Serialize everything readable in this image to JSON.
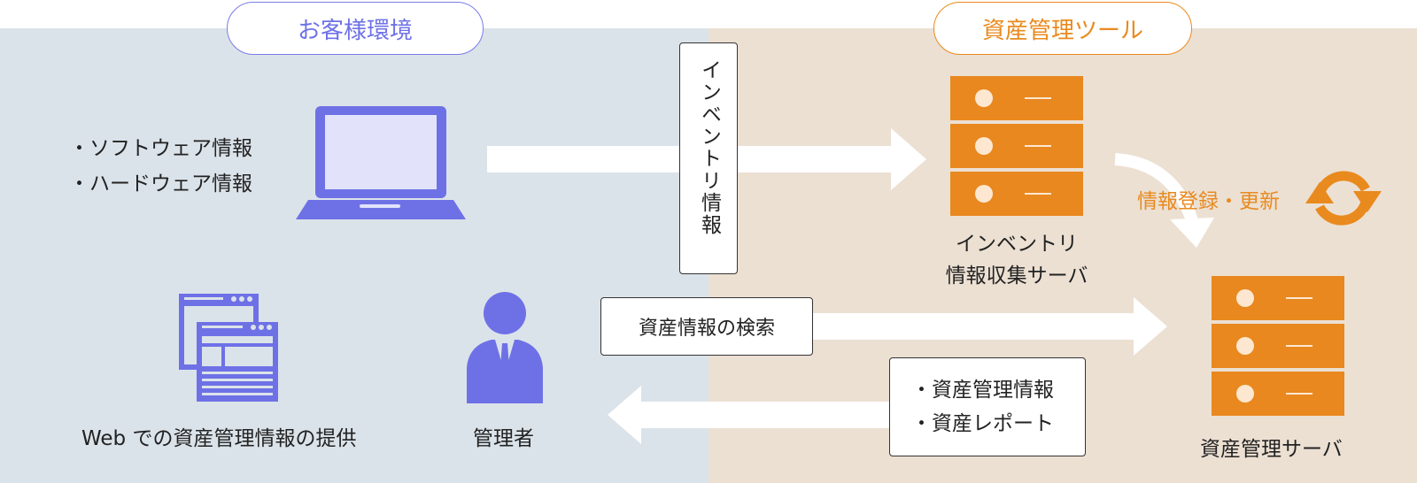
{
  "zones": {
    "customer_env": "お客様環境",
    "asset_tool": "資産管理ツール"
  },
  "customer": {
    "pc_info": [
      "・ソフトウェア情報",
      "・ハードウェア情報"
    ],
    "web_caption": "Web での資産管理情報の提供",
    "admin_caption": "管理者"
  },
  "flows": {
    "inventory_label": "インベントリ情報",
    "search_label": "資産情報の検索",
    "output_items": [
      "・資産管理情報",
      "・資産レポート"
    ],
    "register_label": "情報登録・更新"
  },
  "servers": {
    "inventory_server_lines": [
      "インベントリ",
      "情報収集サーバ"
    ],
    "asset_server": "資産管理サーバ"
  },
  "colors": {
    "customer_accent": "#6e71e6",
    "tool_accent": "#e98a1e",
    "customer_bg": "#dbe3ea",
    "tool_bg": "#ece0d3"
  },
  "icons": [
    "laptop-icon",
    "web-pages-icon",
    "admin-person-icon",
    "server-icon",
    "refresh-cycle-icon"
  ]
}
